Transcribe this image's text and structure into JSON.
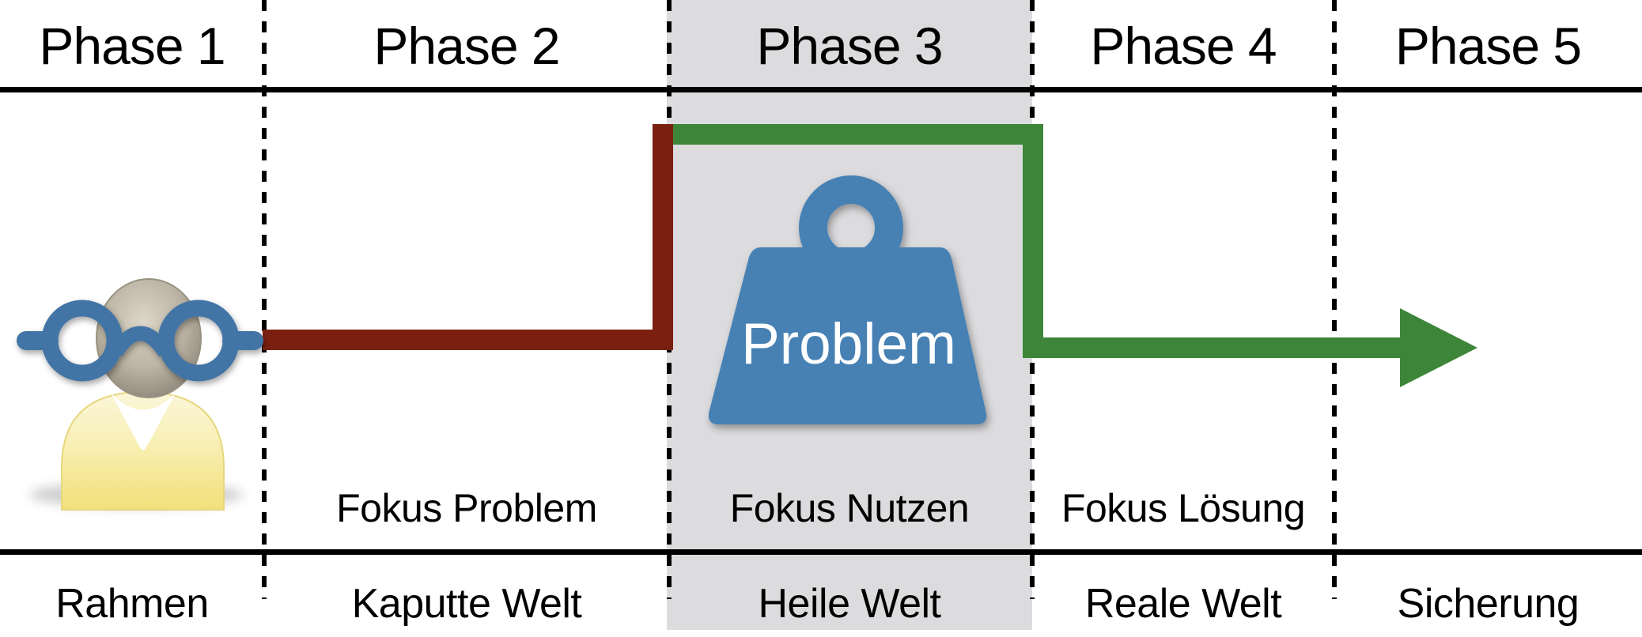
{
  "phases": [
    {
      "header": "Phase 1",
      "focus": "",
      "bottom": "Rahmen",
      "highlighted": false
    },
    {
      "header": "Phase 2",
      "focus": "Fokus Problem",
      "bottom": "Kaputte Welt",
      "highlighted": false
    },
    {
      "header": "Phase 3",
      "focus": "Fokus Nutzen",
      "bottom": "Heile Welt",
      "highlighted": true
    },
    {
      "header": "Phase 4",
      "focus": "Fokus Lösung",
      "bottom": "Reale Welt",
      "highlighted": false
    },
    {
      "header": "Phase 5",
      "focus": "",
      "bottom": "Sicherung",
      "highlighted": false
    }
  ],
  "problem_weight": {
    "label": "Problem"
  },
  "icons": {
    "person": "person-with-glasses-icon",
    "weight": "weight-icon",
    "arrow": "arrow-right-icon"
  },
  "colors": {
    "path_red": "#7B2011",
    "path_green": "#3D8639",
    "weight_blue": "#4681B4",
    "glasses_blue": "#4274A5",
    "highlight_gray": "#DCDCDE"
  }
}
